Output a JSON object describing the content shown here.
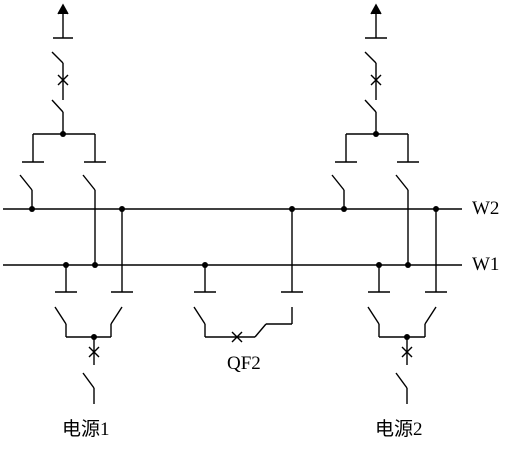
{
  "buses": {
    "w2": "W2",
    "w1": "W1"
  },
  "breaker_label": "QF2",
  "sources": {
    "source1": "电源1",
    "source2": "电源2"
  },
  "colors": {
    "line": "#000000",
    "background": "#ffffff"
  }
}
